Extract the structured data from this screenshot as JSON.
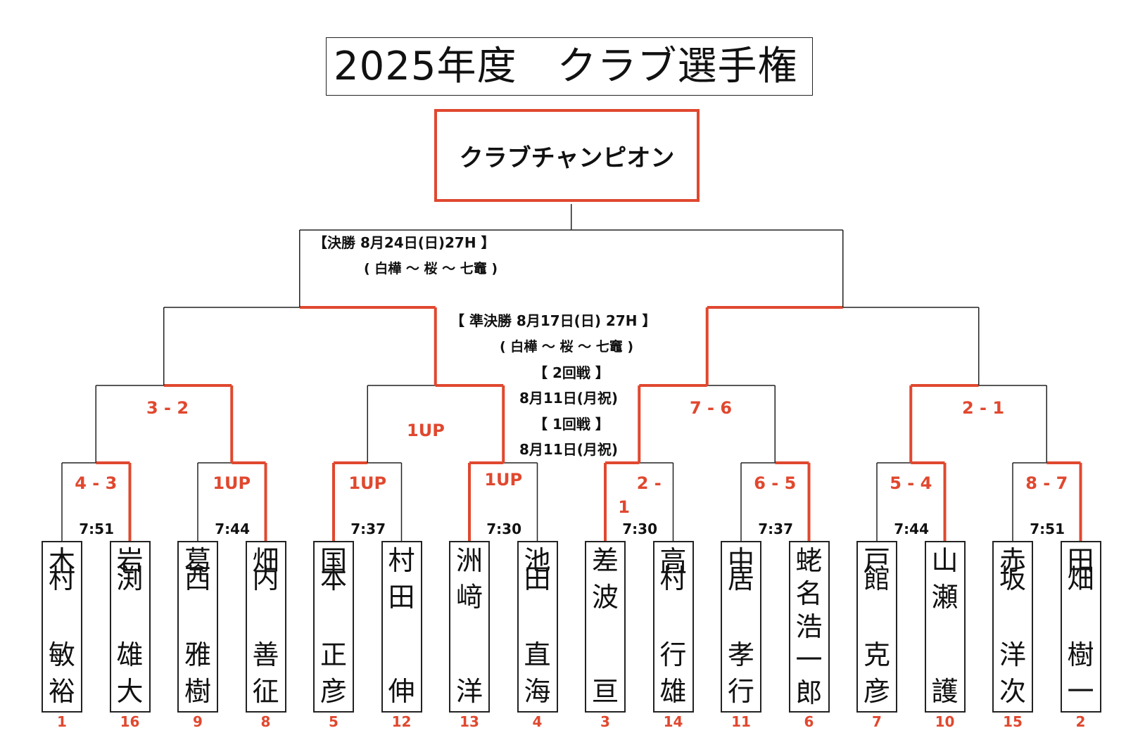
{
  "title": "2025年度　クラブ選手権",
  "champion_label": "クラブチャンピオン",
  "colors": {
    "winner_line": "#e0482f",
    "bracket_line": "#222222"
  },
  "final": {
    "label": "【決勝 8月24日(日)27H 】",
    "course": "( 白樺 ～ 桜 ～ 七竈 )"
  },
  "semifinal": {
    "label": "【 準決勝  8月17日(日)  27H 】",
    "course": "( 白樺 ～ 桜 ～ 七竈 )"
  },
  "round2": {
    "label": "【 2回戦 】",
    "date": "8月11日(月祝)"
  },
  "round1": {
    "label": "【 1回戦 】",
    "date": "8月11日(月祝)"
  },
  "round2_scores": [
    "3 - 2",
    "1UP",
    "7 - 6",
    "2 - 1"
  ],
  "round1_matches": [
    {
      "score": "4 - 3",
      "time": "7:51"
    },
    {
      "score": "1UP",
      "time": "7:44"
    },
    {
      "score": "1UP",
      "time": "7:37"
    },
    {
      "score": "1UP",
      "time": "7:30"
    },
    {
      "score": "2 -",
      "score2": "1",
      "time": "7:30"
    },
    {
      "score": "6 - 5",
      "time": "7:37"
    },
    {
      "score": "5 - 4",
      "time": "7:44"
    },
    {
      "score": "8 - 7",
      "time": "7:51"
    }
  ],
  "players": [
    {
      "top": [
        "木",
        "村"
      ],
      "bottom": [
        "敏",
        "裕"
      ],
      "seed": "1"
    },
    {
      "top": [
        "岩",
        "渕"
      ],
      "bottom": [
        "雄",
        "大"
      ],
      "seed": "16"
    },
    {
      "top": [
        "葛",
        "西"
      ],
      "bottom": [
        "雅",
        "樹"
      ],
      "seed": "9"
    },
    {
      "top": [
        "畑",
        "内"
      ],
      "bottom": [
        "善",
        "征"
      ],
      "seed": "8"
    },
    {
      "top": [
        "国",
        "本"
      ],
      "bottom": [
        "正",
        "彦"
      ],
      "seed": "5"
    },
    {
      "top": [
        "村",
        "",
        "田"
      ],
      "bottom": [
        "伸"
      ],
      "seed": "12"
    },
    {
      "top": [
        "洲",
        "",
        "﨑"
      ],
      "bottom": [
        "洋"
      ],
      "seed": "13"
    },
    {
      "top": [
        "池",
        "田"
      ],
      "bottom": [
        "直",
        "海"
      ],
      "seed": "4"
    },
    {
      "top": [
        "差",
        "",
        "波"
      ],
      "bottom": [
        "亘"
      ],
      "seed": "3"
    },
    {
      "top": [
        "高",
        "村"
      ],
      "bottom": [
        "行",
        "雄"
      ],
      "seed": "14"
    },
    {
      "top": [
        "中",
        "居"
      ],
      "bottom": [
        "孝",
        "行"
      ],
      "seed": "11"
    },
    {
      "top": [
        "蛯",
        "名",
        "浩",
        "一",
        "郎"
      ],
      "bottom": [],
      "seed": "6"
    },
    {
      "top": [
        "戸",
        "館"
      ],
      "bottom": [
        "克",
        "彦"
      ],
      "seed": "7"
    },
    {
      "top": [
        "山",
        "",
        "瀬"
      ],
      "bottom": [
        "護"
      ],
      "seed": "10"
    },
    {
      "top": [
        "赤",
        "坂"
      ],
      "bottom": [
        "洋",
        "次"
      ],
      "seed": "15"
    },
    {
      "top": [
        "田",
        "畑"
      ],
      "bottom": [
        "樹",
        "一"
      ],
      "seed": "2"
    }
  ]
}
